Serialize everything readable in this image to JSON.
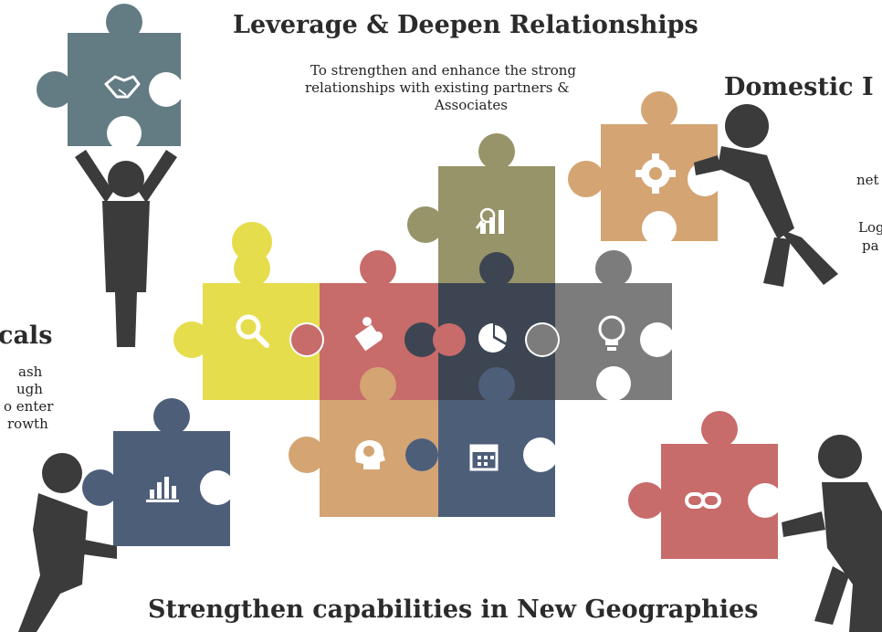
{
  "headings": {
    "top": "Leverage & Deepen Relationships",
    "top_desc_line1": "To strengthen and enhance the strong",
    "top_desc_line2": "relationships with existing partners &",
    "top_desc_line3": "Associates",
    "right": "Domestic I",
    "right_line1": "net",
    "right_line2": "Log",
    "right_line3": "pa",
    "left": "cals",
    "left_line1": "ash",
    "left_line2": "ugh",
    "left_line3": "o enter",
    "left_line4": "rowth",
    "bottom": "Strengthen capabilities in New Geographies"
  },
  "colors": {
    "yellow": "#e5dd4c",
    "red": "#c86b6b",
    "dark": "#3c4551",
    "gray": "#7c7c7c",
    "olive": "#969468",
    "tan": "#d4a473",
    "blue": "#4d5e79",
    "teal": "#637b82",
    "figure": "#3b3b3b"
  },
  "pieces": [
    {
      "name": "piece-yellow-search",
      "color_key": "yellow",
      "icon": "search-icon"
    },
    {
      "name": "piece-red-puzzle",
      "color_key": "red",
      "icon": "puzzle-icon"
    },
    {
      "name": "piece-dark-pie",
      "color_key": "dark",
      "icon": "pie-chart-icon"
    },
    {
      "name": "piece-gray-bulb",
      "color_key": "gray",
      "icon": "lightbulb-icon"
    },
    {
      "name": "piece-olive-analytics",
      "color_key": "olive",
      "icon": "analytics-icon"
    },
    {
      "name": "piece-tan-brain",
      "color_key": "tan",
      "icon": "brain-icon"
    },
    {
      "name": "piece-blue-calendar",
      "color_key": "blue",
      "icon": "calendar-icon"
    },
    {
      "name": "piece-tan-gear",
      "color_key": "tan",
      "icon": "gear-icon"
    },
    {
      "name": "piece-teal-handshake",
      "color_key": "teal",
      "icon": "handshake-icon"
    },
    {
      "name": "piece-blue-barchart",
      "color_key": "blue",
      "icon": "bar-chart-icon"
    },
    {
      "name": "piece-red-link",
      "color_key": "red",
      "icon": "link-icon"
    }
  ]
}
